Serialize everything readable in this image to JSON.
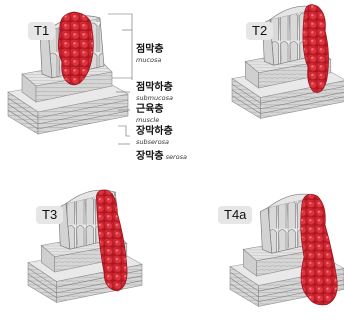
{
  "stages": [
    "T1",
    "T2",
    "T3",
    "T4a"
  ],
  "layers": [
    {
      "ko": "점막층",
      "en": "mucosa"
    },
    {
      "ko": "점막하층",
      "en": "submucosa"
    },
    {
      "ko": "근육층",
      "en": "muscle"
    },
    {
      "ko": "장막하층",
      "en": "subserosa"
    },
    {
      "ko": "장막층",
      "en": "serosa"
    }
  ],
  "colors": {
    "tumor": "#d3232f",
    "tumor_light": "#ef5a63",
    "tissue": "#cfcfcf",
    "tissue_dark": "#9a9a9a"
  }
}
